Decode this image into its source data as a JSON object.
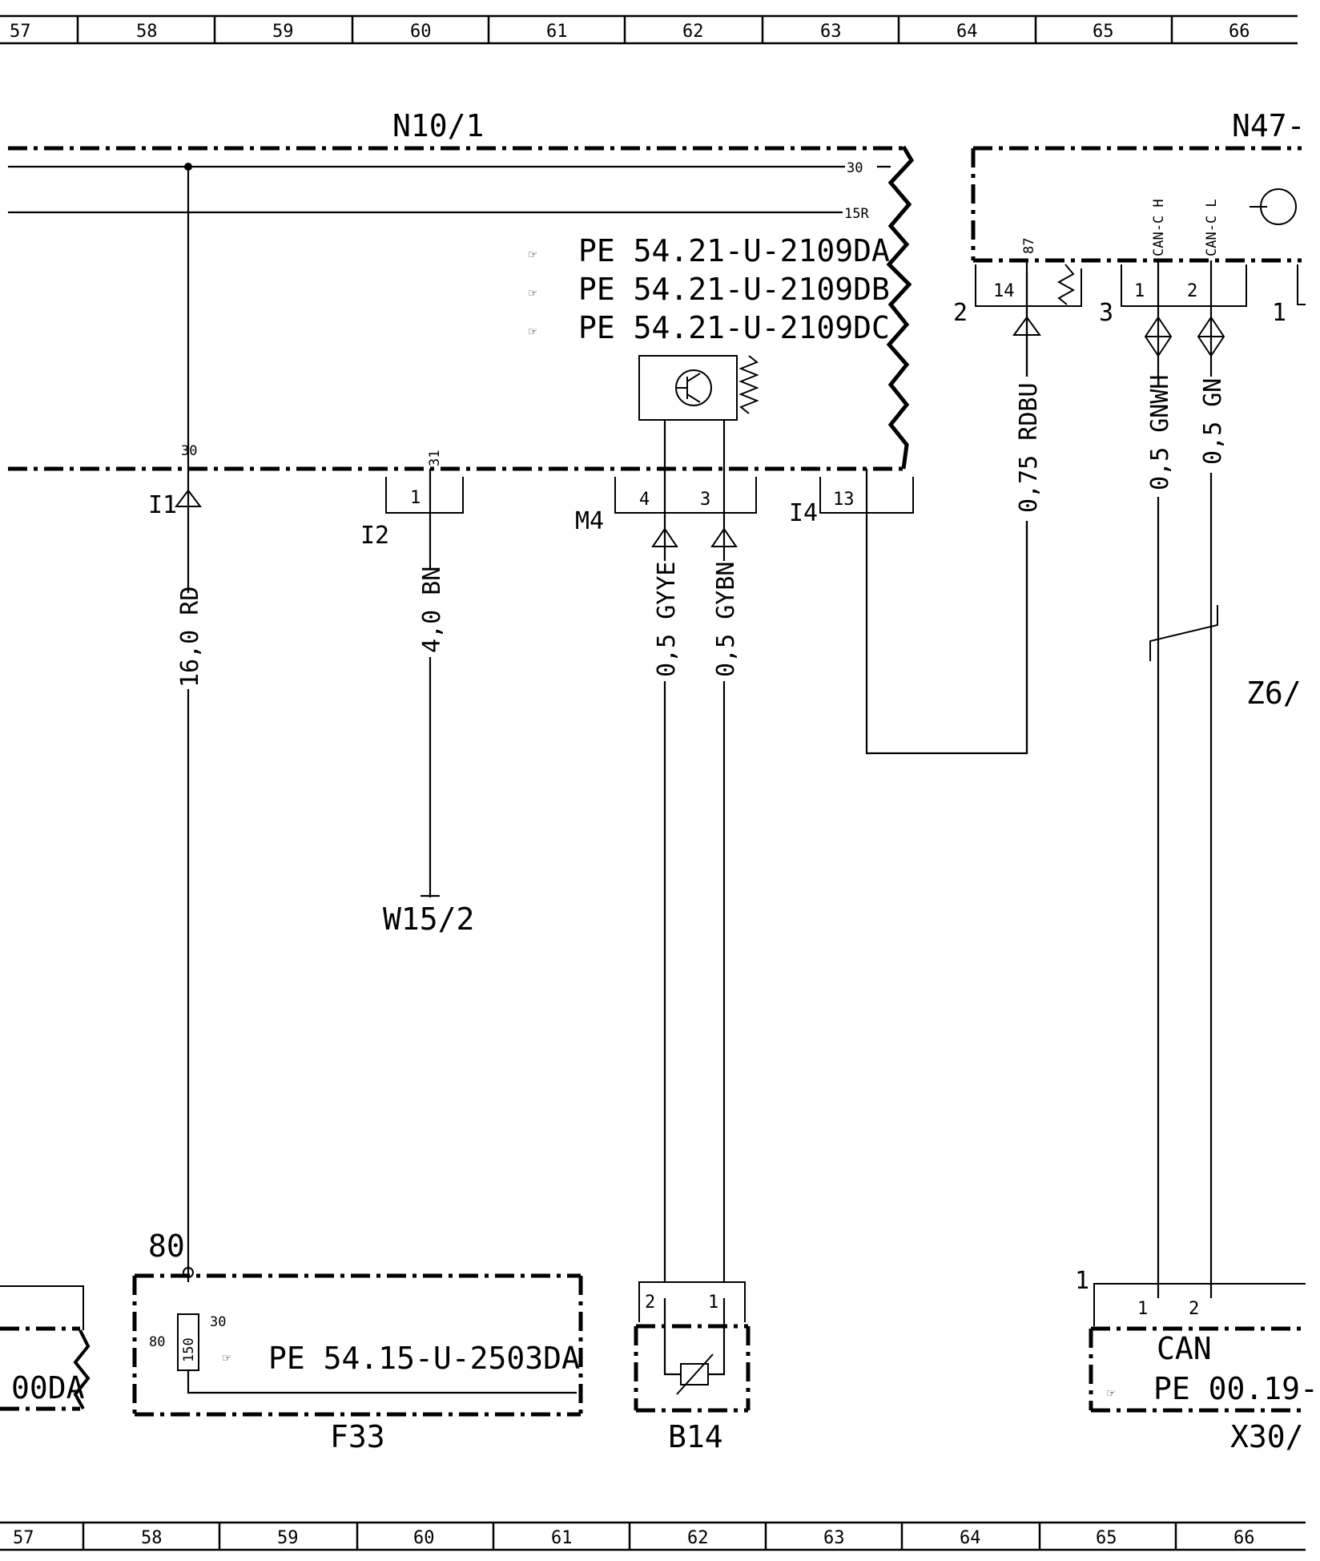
{
  "ruler": {
    "labels": [
      "57",
      "58",
      "59",
      "60",
      "61",
      "62",
      "63",
      "64",
      "65",
      "66"
    ]
  },
  "components": {
    "n10_1": {
      "name": "N10/1",
      "term_30": "30",
      "term_15r": "15R",
      "refs": [
        "PE 54.21-U-2109DA",
        "PE 54.21-U-2109DB",
        "PE 54.21-U-2109DC"
      ]
    },
    "n47": {
      "name": "N47-",
      "pin87": "87",
      "pin14": "14",
      "conn": "2",
      "can_h": "CAN-C H",
      "can_l": "CAN-C L",
      "pin1": "1",
      "pin2": "2",
      "conn3": "3",
      "conn1": "1"
    },
    "f33": {
      "name": "F33",
      "pin80_top": "80",
      "pin80": "80",
      "pin30": "30",
      "fuse": "150",
      "ref": "PE 54.15-U-2503DA"
    },
    "b14": {
      "name": "B14",
      "pin2": "2",
      "pin1": "1"
    },
    "x30": {
      "name": "X30/",
      "label": "CAN",
      "ref": "PE 00.19-",
      "pin1": "1",
      "pin2": "2",
      "conn": "1"
    },
    "w15_2": {
      "name": "W15/2"
    },
    "z6": {
      "name": "Z6/"
    },
    "left_partial": {
      "ref": "00DA"
    }
  },
  "connectors": {
    "i1": {
      "name": "I1",
      "pin": "30"
    },
    "i2": {
      "name": "I2",
      "pin_top": "31",
      "pin": "1"
    },
    "m4": {
      "name": "M4",
      "pin4": "4",
      "pin3": "3"
    },
    "i4": {
      "name": "I4",
      "pin": "13"
    }
  },
  "wires": {
    "w_rd": "16,0 RD",
    "w_bn": "4,0 BN",
    "w_gyye": "0,5 GYYE",
    "w_gybn": "0,5 GYBN",
    "w_rdbu": "0,75 RDBU",
    "w_gnwh": "0,5 GNWH",
    "w_gn": "0,5 GN"
  }
}
